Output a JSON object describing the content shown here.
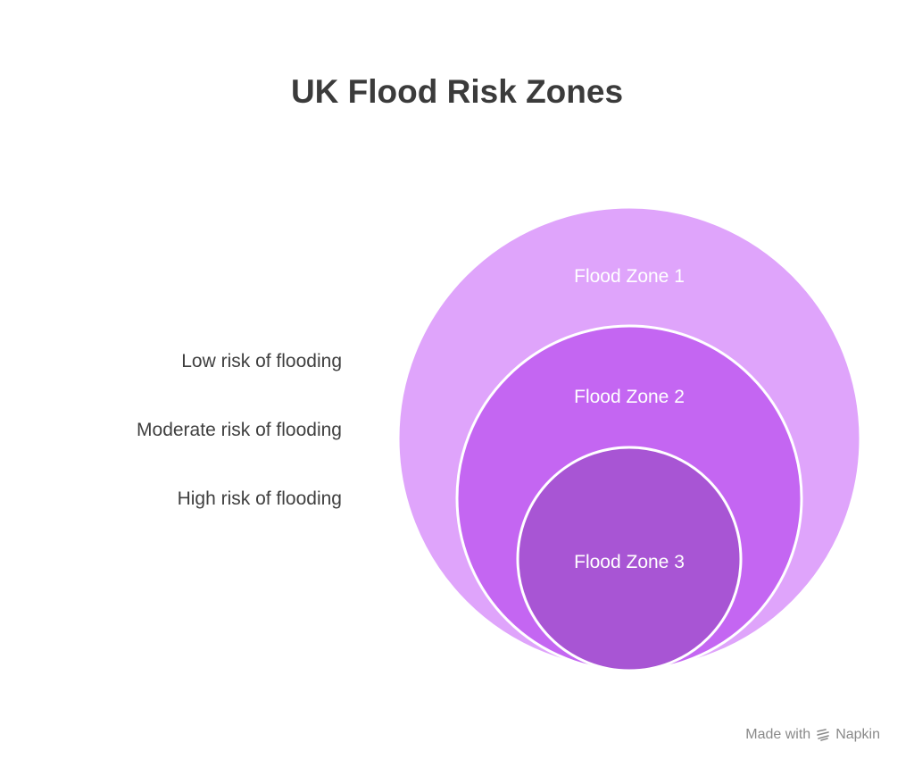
{
  "title": "UK Flood Risk Zones",
  "zones": [
    {
      "label": "Flood Zone 1",
      "risk": "Low risk of flooding",
      "color": "#dfa4fb"
    },
    {
      "label": "Flood Zone 2",
      "risk": "Moderate risk of flooding",
      "color": "#c466f2"
    },
    {
      "label": "Flood Zone 3",
      "risk": "High risk of flooding",
      "color": "#a855d4"
    }
  ],
  "footer": {
    "made_with": "Made with",
    "brand": "Napkin",
    "brand_icon": "napkin-logo-icon"
  }
}
